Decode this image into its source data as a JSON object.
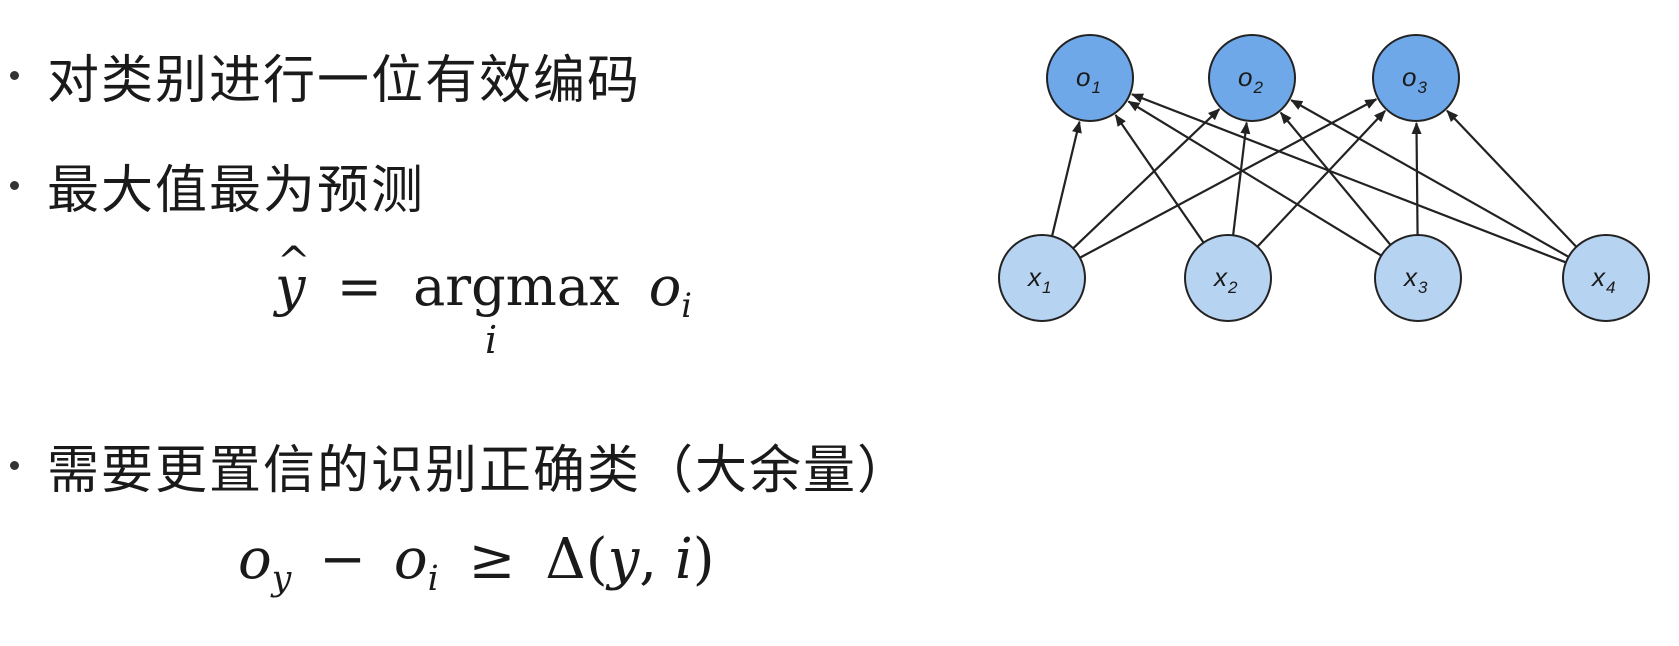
{
  "bullets": [
    {
      "text": "对类别进行一位有效编码"
    },
    {
      "text": "最大值最为预测"
    },
    {
      "text": "需要更置信的识别正确类（大余量）"
    }
  ],
  "equations": {
    "prediction": {
      "lhs": "y",
      "hat": "^",
      "eq": "=",
      "op": "argmax",
      "var": "o",
      "var_sub": "i",
      "op_sub": "i"
    },
    "margin": {
      "o1": "o",
      "o1_sub": "y",
      "minus": "−",
      "o2": "o",
      "o2_sub": "i",
      "geq": "≥",
      "delta": "Δ(",
      "args_y": "y",
      "comma": ", ",
      "args_i": "i",
      "close": ")"
    }
  },
  "network": {
    "outputs": [
      {
        "base": "o",
        "sub": "1"
      },
      {
        "base": "o",
        "sub": "2"
      },
      {
        "base": "o",
        "sub": "3"
      }
    ],
    "inputs": [
      {
        "base": "x",
        "sub": "1"
      },
      {
        "base": "x",
        "sub": "2"
      },
      {
        "base": "x",
        "sub": "3"
      },
      {
        "base": "x",
        "sub": "4"
      }
    ],
    "colors": {
      "output_fill": "#6fa8e8",
      "input_fill": "#b7d3f2",
      "stroke": "#222222",
      "edge": "#222222"
    }
  }
}
